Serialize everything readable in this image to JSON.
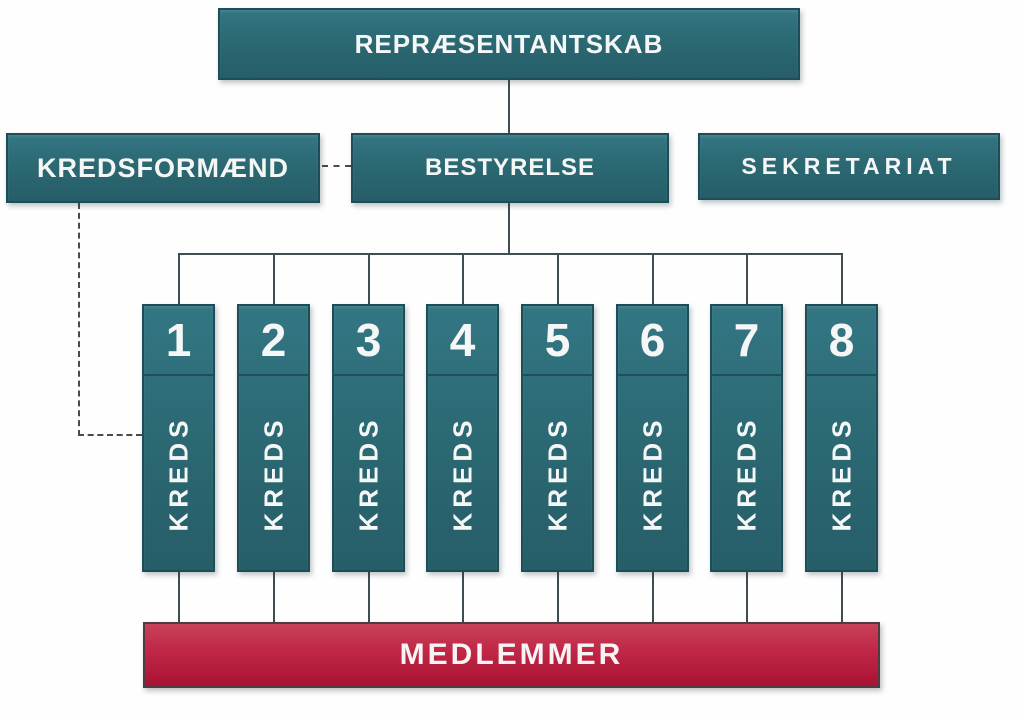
{
  "diagram": {
    "type": "org-chart",
    "language": "da"
  },
  "nodes": {
    "repraesentantskab": "REPRÆSENTANTSKAB",
    "kredsformaend": "KREDSFORMÆND",
    "bestyrelse": "BESTYRELSE",
    "sekretariat": "SEKRETARIAT",
    "medlemmer": "MEDLEMMER"
  },
  "kreds": [
    {
      "number": "1",
      "label": "KREDS"
    },
    {
      "number": "2",
      "label": "KREDS"
    },
    {
      "number": "3",
      "label": "KREDS"
    },
    {
      "number": "4",
      "label": "KREDS"
    },
    {
      "number": "5",
      "label": "KREDS"
    },
    {
      "number": "6",
      "label": "KREDS"
    },
    {
      "number": "7",
      "label": "KREDS"
    },
    {
      "number": "8",
      "label": "KREDS"
    }
  ],
  "edges": [
    {
      "from": "repraesentantskab",
      "to": "bestyrelse",
      "style": "solid"
    },
    {
      "from": "kredsformaend",
      "to": "bestyrelse",
      "style": "dashed"
    },
    {
      "from": "kredsformaend",
      "to": "kreds-1",
      "style": "dashed"
    },
    {
      "from": "bestyrelse",
      "to": "kreds-1..8",
      "style": "solid"
    },
    {
      "from": "kreds-1..8",
      "to": "medlemmer",
      "style": "solid"
    }
  ],
  "colors": {
    "teal": "#2b6973",
    "teal_border": "#1d4d56",
    "red_top": "#c74258",
    "red_bottom": "#a81332",
    "connector": "#3f4d52",
    "text": "#f5f7f7"
  }
}
